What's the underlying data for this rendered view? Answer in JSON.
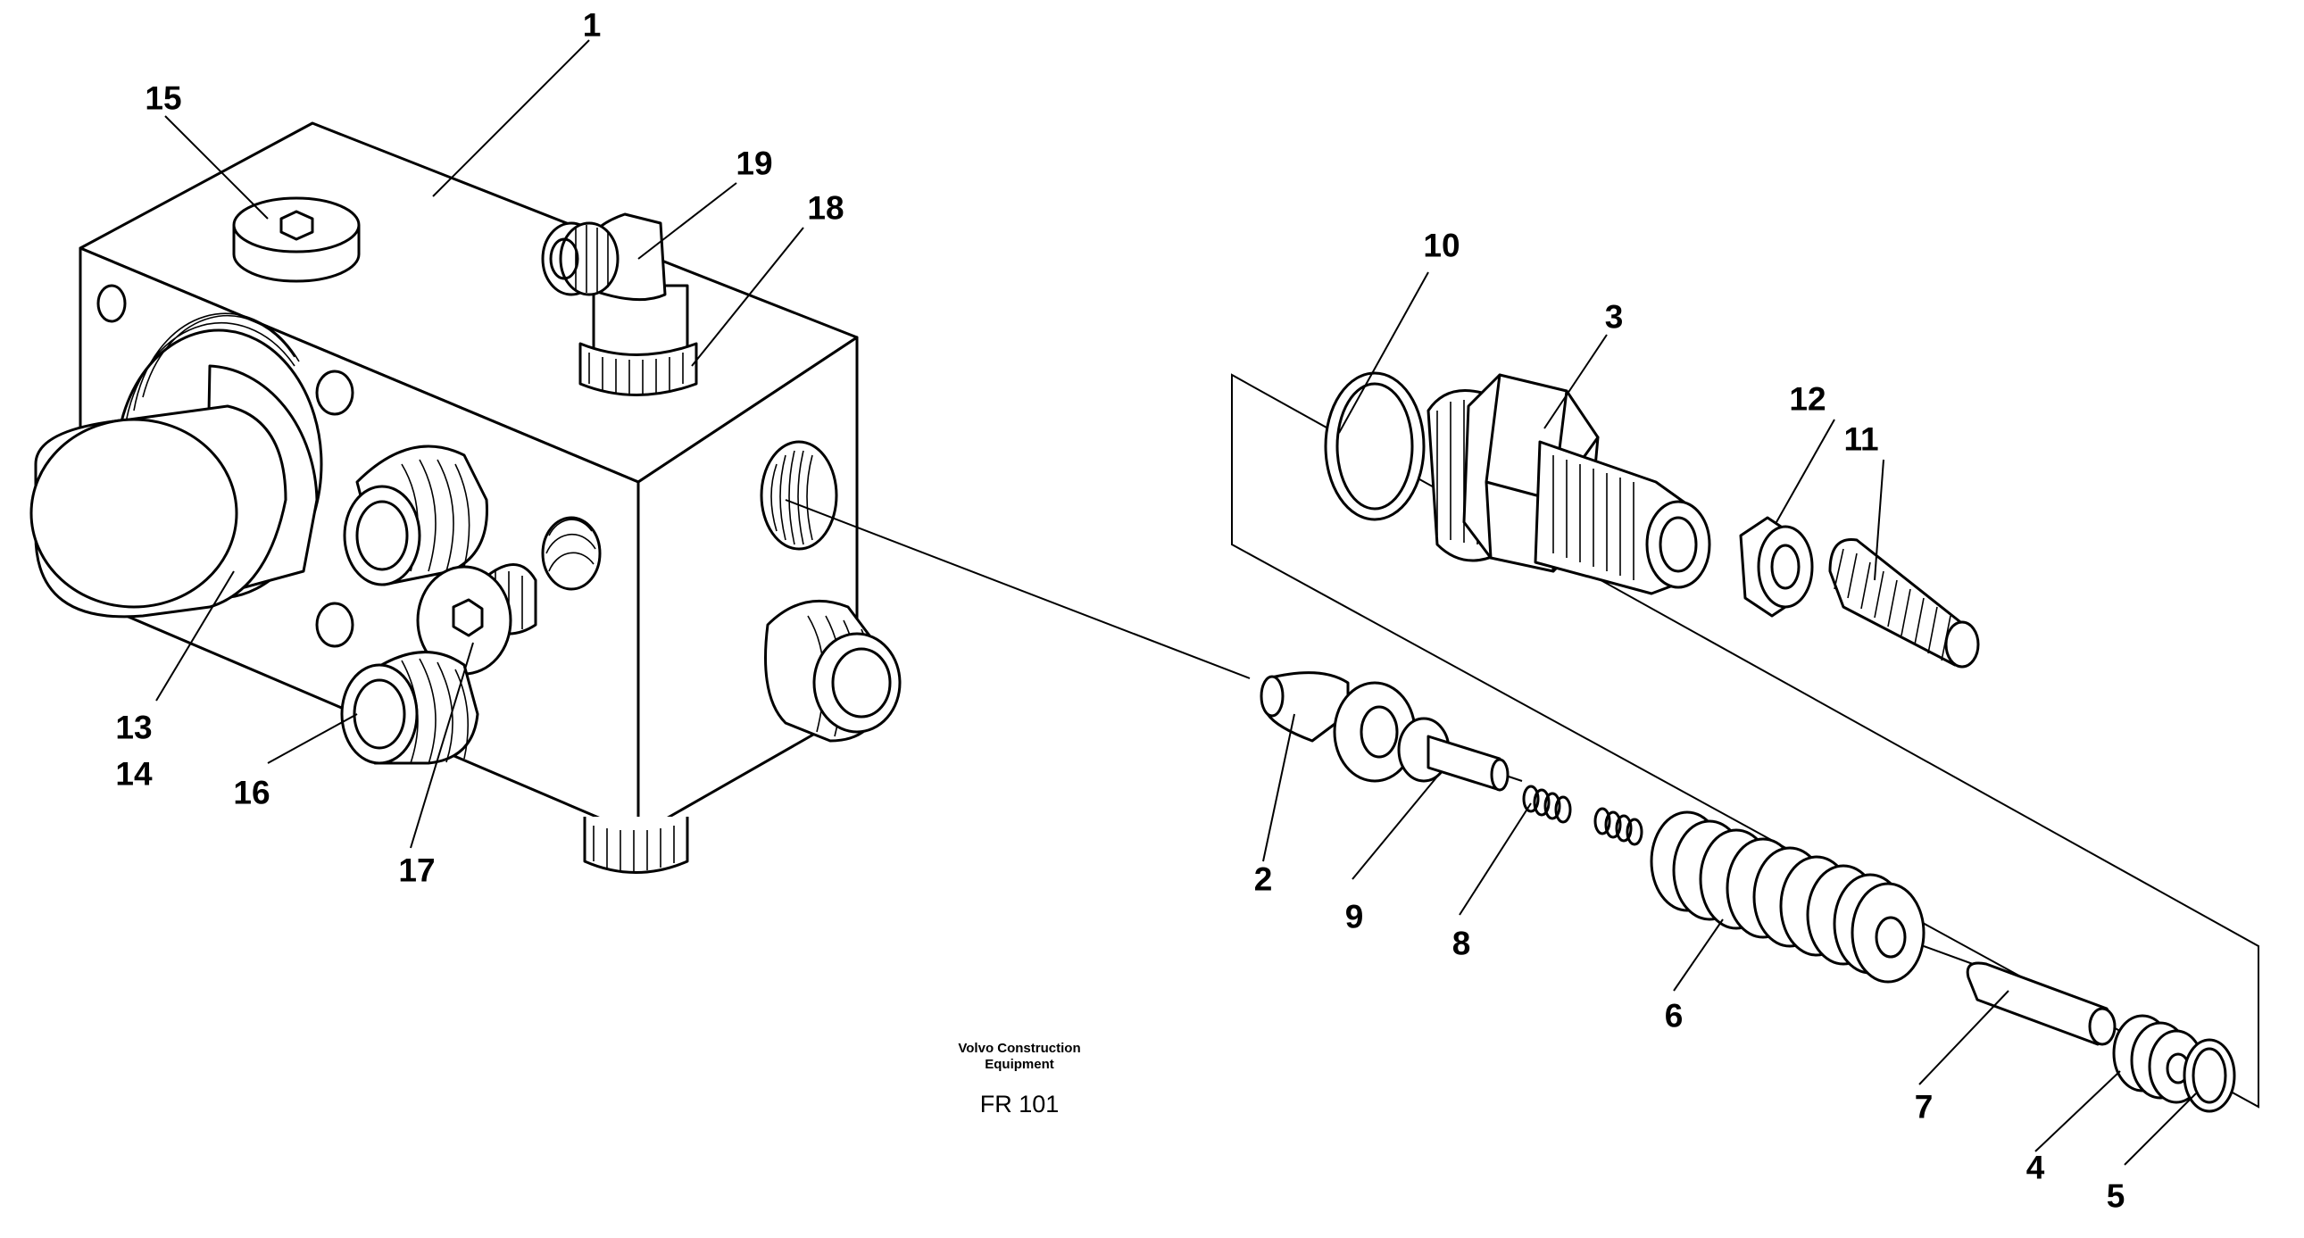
{
  "callouts": [
    {
      "id": "1",
      "text": "1"
    },
    {
      "id": "2",
      "text": "2"
    },
    {
      "id": "3",
      "text": "3"
    },
    {
      "id": "4",
      "text": "4"
    },
    {
      "id": "5",
      "text": "5"
    },
    {
      "id": "6",
      "text": "6"
    },
    {
      "id": "7",
      "text": "7"
    },
    {
      "id": "8",
      "text": "8"
    },
    {
      "id": "9",
      "text": "9"
    },
    {
      "id": "10",
      "text": "10"
    },
    {
      "id": "11",
      "text": "11"
    },
    {
      "id": "12",
      "text": "12"
    },
    {
      "id": "13",
      "text": "13"
    },
    {
      "id": "14",
      "text": "14"
    },
    {
      "id": "15",
      "text": "15"
    },
    {
      "id": "16",
      "text": "16"
    },
    {
      "id": "17",
      "text": "17"
    },
    {
      "id": "18",
      "text": "18"
    },
    {
      "id": "19",
      "text": "19"
    }
  ],
  "caption": {
    "line1": "Volvo Construction",
    "line2": "Equipment",
    "code": "FR 101"
  }
}
